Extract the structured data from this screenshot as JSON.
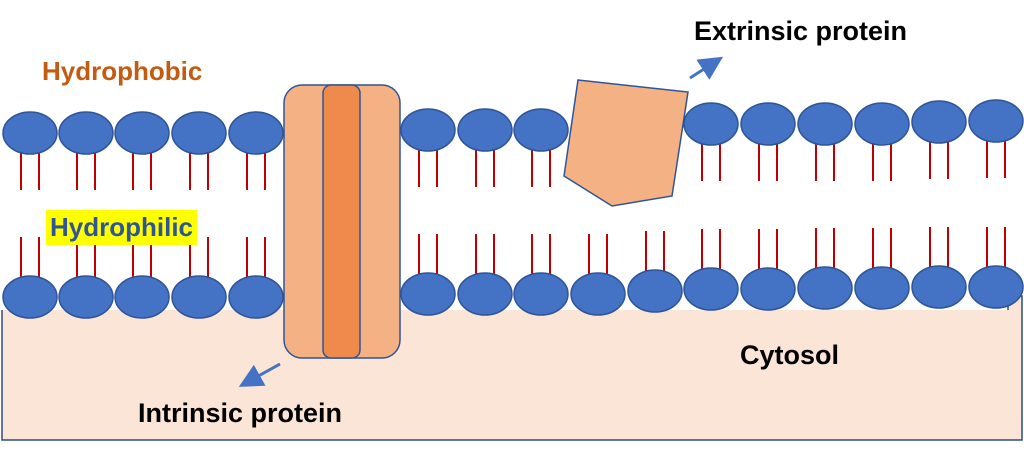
{
  "labels": {
    "hydrophobic": "Hydrophobic",
    "hydrophilic": "Hydrophilic",
    "extrinsic": "Extrinsic protein",
    "intrinsic": "Intrinsic protein",
    "cytosol": "Cytosol"
  },
  "colors": {
    "hydrophobic_text": "#c55a11",
    "hydrophilic_text": "#2f5597",
    "hydrophilic_highlight": "#ffff00",
    "label_text": "#000000",
    "phospholipid_head": "#4472c4",
    "phospholipid_head_stroke": "#2f5597",
    "lipid_tail": "#c00000",
    "cytosol_fill": "#fbe5d6",
    "cytosol_stroke": "#2f4b7c",
    "protein_light": "#f4b183",
    "protein_dark": "#ed8a4c",
    "protein_stroke": "#2f5597",
    "arrow": "#4472c4"
  }
}
